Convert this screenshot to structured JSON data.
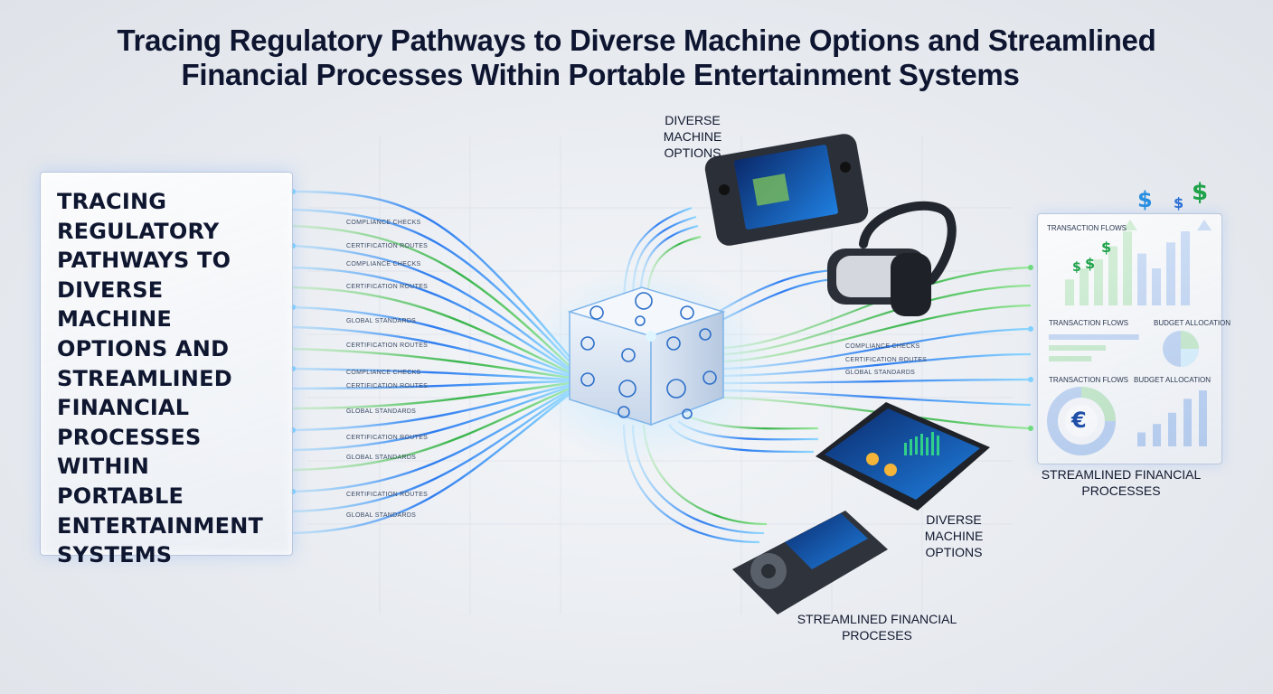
{
  "title": {
    "line1": "Tracing Regulatory Pathways to Diverse Machine Options and Streamlined",
    "line2": "Financial Processes Within Portable Entertainment Systems"
  },
  "left_panel": {
    "lines": [
      "Tracing",
      "Regulatory",
      "Pathways to",
      "Diverse Machine",
      "Options and",
      "Streamlined",
      "Financial",
      "Processes",
      "Within",
      "Portable",
      "Entertainment",
      "Systems"
    ]
  },
  "flow_labels": [
    "Compliance checks",
    "Certification routes",
    "Compliance checks",
    "Certification routes",
    "Global standards",
    "Certification routes",
    "Compliance checks",
    "Certification routes",
    "Global standards",
    "Certification routes",
    "Global standards",
    "Certification routes",
    "Global standards"
  ],
  "right_flow_labels": [
    "Compliance checks",
    "Certification routes",
    "Global standards"
  ],
  "labels": {
    "diverse_top": "Diverse Machine Options",
    "diverse_bottom": "Diverse Machine Options",
    "financial_right": "Streamlined Financial Processes",
    "financial_bottom": "Streamlined Financial Proceses"
  },
  "finance_panel": {
    "header": "Transaction flows",
    "row2_left": "Transaction flows",
    "row2_right": "Budget allocation",
    "row3_left": "Transaction flows",
    "row3_right": "Budget allocation",
    "currency_symbol": "€",
    "dollar_symbol": "$",
    "bars_top": [
      0.35,
      0.5,
      0.62,
      0.8,
      1.0,
      0.7,
      0.5,
      0.85,
      1.0
    ],
    "bars_bottom": [
      0.25,
      0.4,
      0.6,
      0.85,
      1.0
    ],
    "hbars": [
      0.95,
      0.6,
      0.45
    ]
  },
  "colors": {
    "blue": "#2f7df0",
    "cyan": "#58c4ff",
    "green": "#3fb84a",
    "navy": "#0e1530"
  },
  "icons": [
    "cube-hub-icon",
    "handheld-console-icon",
    "vr-headset-icon",
    "tablet-icon",
    "media-player-icon"
  ]
}
